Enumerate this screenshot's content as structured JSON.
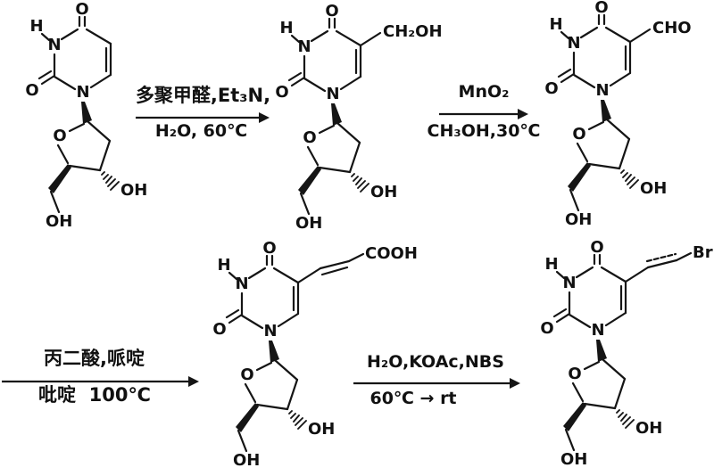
{
  "colors": {
    "ink": "#151515",
    "background": "#ffffff"
  },
  "atoms": {
    "O": "O",
    "H": "H",
    "N": "N",
    "OH": "OH"
  },
  "substituents": {
    "s2": "CH₂OH",
    "s3": "CHO",
    "s4": "COOH",
    "s5": "Br"
  },
  "arrows": [
    {
      "above": "多聚甲醛,Et₃N,",
      "below": "H₂O, 60℃"
    },
    {
      "above": "MnO₂",
      "below": "CH₃OH,30℃"
    },
    {
      "above": "丙二酸,哌啶",
      "below": "吡啶  100℃"
    },
    {
      "above": "H₂O,KOAc,NBS",
      "below": "60℃ → rt"
    }
  ]
}
